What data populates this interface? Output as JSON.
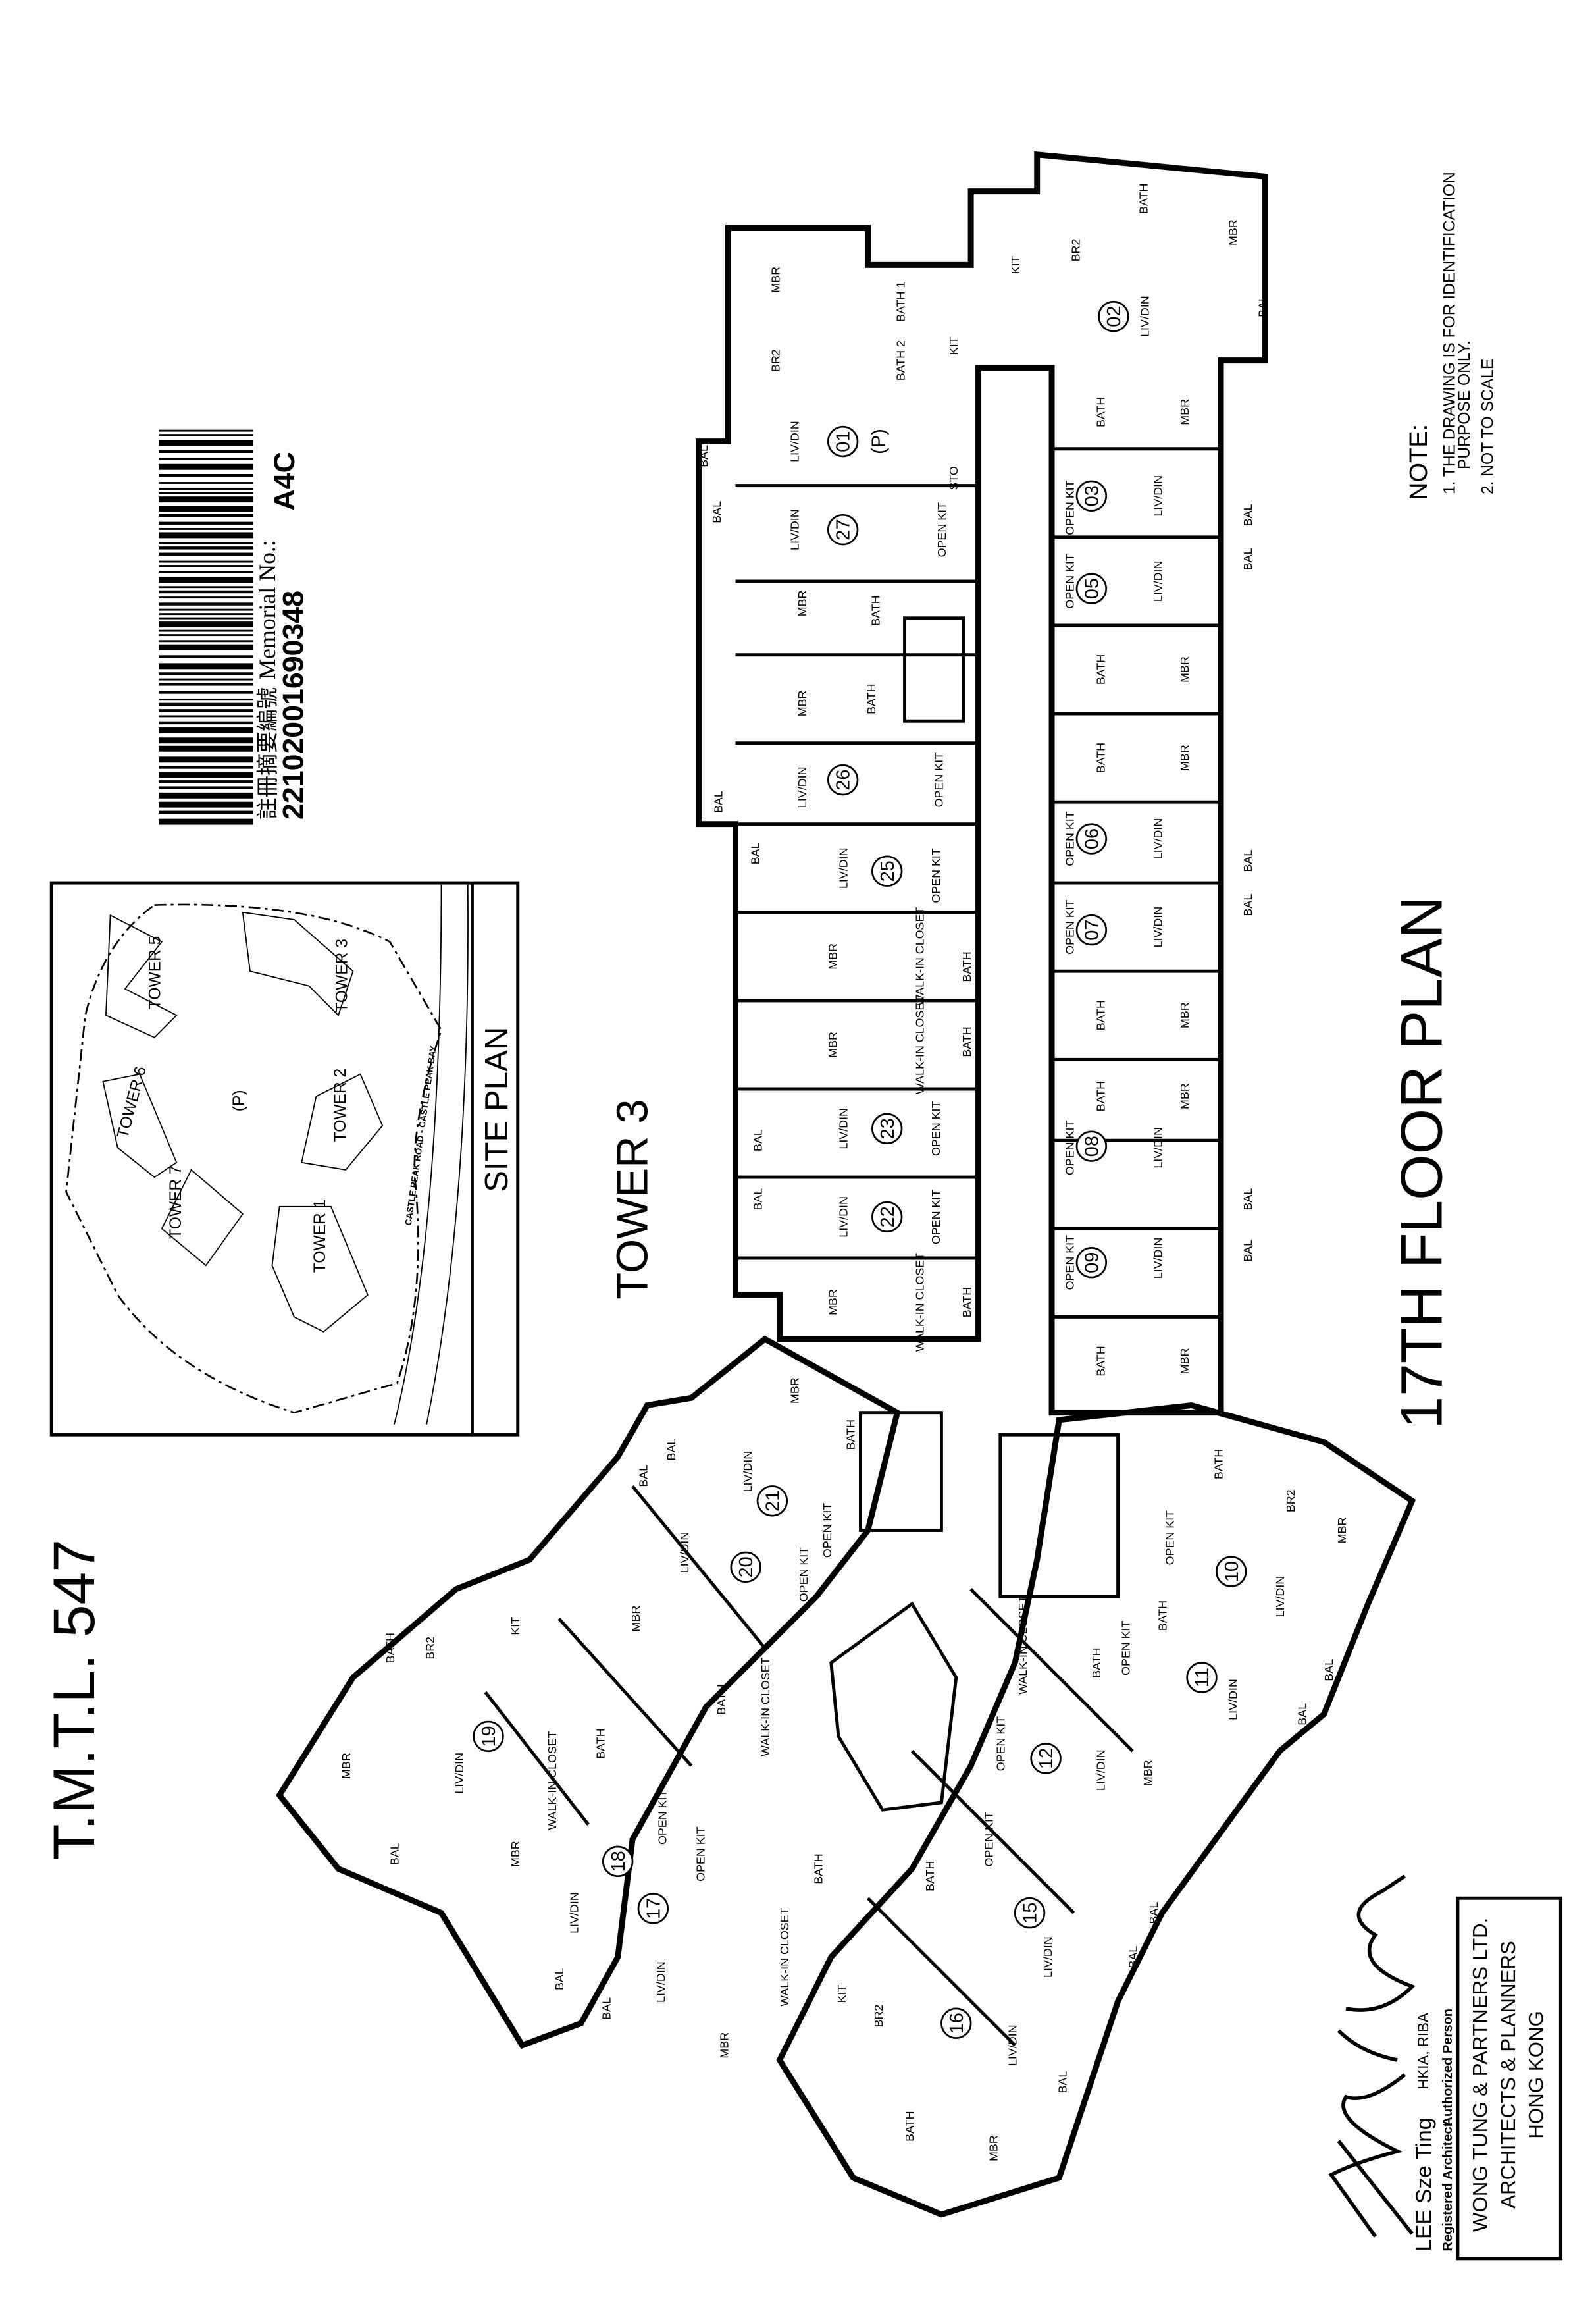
{
  "title": "T.M.T.L. 547",
  "tower_label": "TOWER 3",
  "floor_plan_title": "17TH FLOOR PLAN",
  "memorial": {
    "label_cn": "註冊摘要編號",
    "label_en": "Memorial No.:",
    "number": "22102001690348",
    "code": "A4C"
  },
  "site_plan": {
    "title": "SITE PLAN",
    "towers": [
      "TOWER 5",
      "TOWER 3",
      "TOWER 6",
      "TOWER 2",
      "TOWER 7",
      "TOWER 1"
    ],
    "podium": "(P)",
    "road": "CASTLE PEAK ROAD - CASTLE PEAK BAY"
  },
  "note": {
    "heading": "NOTE:",
    "items": [
      "1. THE DRAWING IS FOR IDENTIFICATION",
      "PURPOSE ONLY.",
      "2. NOT TO SCALE"
    ]
  },
  "signatory": {
    "name": "LEE Sze Ting",
    "qualifications": "HKIA, RIBA",
    "role1": "Registered Architect",
    "role2": "Authorized Person"
  },
  "firm": {
    "line1": "WONG TUNG & PARTNERS LTD.",
    "line2": "ARCHITECTS & PLANNERS",
    "line3": "HONG KONG"
  },
  "units": [
    "01",
    "(P)",
    "02",
    "03",
    "05",
    "06",
    "07",
    "08",
    "09",
    "10",
    "11",
    "12",
    "15",
    "16",
    "17",
    "18",
    "19",
    "20",
    "21",
    "22",
    "23",
    "25",
    "26",
    "27"
  ],
  "rooms": [
    "MBR",
    "BR2",
    "BATH 1",
    "BATH 2",
    "KIT",
    "LIV/DIN",
    "STO",
    "BAL",
    "KIT",
    "BR2",
    "BATH",
    "MBR",
    "LIV/DIN",
    "BAL",
    "LIV/DIN",
    "BAL",
    "OPEN KIT",
    "MBR",
    "BATH",
    "MBR",
    "BATH",
    "LIV/DIN",
    "BAL",
    "OPEN KIT",
    "BAL",
    "LIV/DIN",
    "OPEN KIT",
    "MBR",
    "WALK-IN CLOSET",
    "BATH",
    "MBR",
    "WALK-IN CLOSET",
    "BATH",
    "LIV/DIN",
    "OPEN KIT",
    "BAL",
    "LIV/DIN",
    "OPEN KIT",
    "BAL",
    "MBR",
    "WALK-IN CLOSET",
    "BATH",
    "BATH",
    "MBR",
    "OPEN KIT",
    "LIV/DIN",
    "BAL",
    "OPEN KIT",
    "LIV/DIN",
    "BAL",
    "BATH",
    "MBR",
    "BATH",
    "MBR",
    "OPEN KIT",
    "LIV/DIN",
    "BAL",
    "OPEN KIT",
    "LIV/DIN",
    "BAL",
    "BATH",
    "MBR",
    "BATH",
    "MBR",
    "OPEN KIT",
    "LIV/DIN",
    "BAL",
    "OPEN KIT",
    "LIV/DIN",
    "BAL",
    "BATH",
    "MBR",
    "BATH",
    "BR2",
    "MBR",
    "OPEN KIT",
    "LIV/DIN",
    "BATH",
    "OPEN KIT",
    "LIV/DIN",
    "BAL",
    "BAL",
    "WALK-IN CLOSET",
    "BATH",
    "OPEN KIT",
    "LIV/DIN",
    "MBR",
    "BATH",
    "OPEN KIT",
    "LIV/DIN",
    "BAL",
    "BAL",
    "KIT",
    "BR2",
    "LIV/DIN",
    "BATH",
    "MBR",
    "BAL",
    "BATH",
    "WALK-IN CLOSET",
    "OPEN KIT",
    "LIV/DIN",
    "MBR",
    "BAL",
    "OPEN KIT",
    "BATH",
    "WALK-IN CLOSET",
    "MBR",
    "LIV/DIN",
    "BAL",
    "KIT",
    "BR2",
    "BATH",
    "MBR",
    "LIV/DIN",
    "BAL",
    "MBR",
    "LIV/DIN",
    "OPEN KIT",
    "BATH",
    "WALK-IN CLOSET",
    "MBR",
    "BATH",
    "LIV/DIN",
    "OPEN KIT",
    "BAL",
    "BAL"
  ]
}
